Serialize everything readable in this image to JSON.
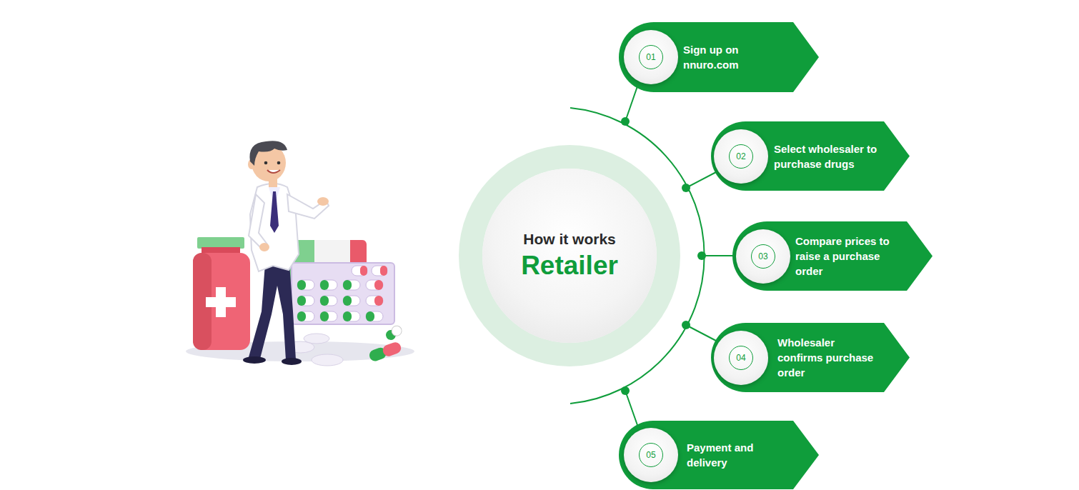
{
  "diagram": {
    "nodes": [
      {
        "text": [
          "How it works",
          "Retailer"
        ]
      },
      {
        "text": [
          "Sign up on nnuro.com"
        ]
      },
      {
        "text": [
          "01"
        ],
        "in": 1
      },
      {
        "text": [
          "Select wholesaler to purchase drugs"
        ]
      },
      {
        "text": [
          "02"
        ],
        "in": 3
      },
      {
        "text": [
          "Compare prices to raise a purchase order"
        ]
      },
      {
        "text": [
          "03"
        ],
        "in": 5
      },
      {
        "text": [
          "Wholesaler confirms purchase order"
        ]
      },
      {
        "text": [
          "04"
        ],
        "in": 7
      },
      {
        "text": [
          "Payment and delivery"
        ]
      },
      {
        "text": [
          "05"
        ],
        "in": 9
      }
    ]
  }
}
